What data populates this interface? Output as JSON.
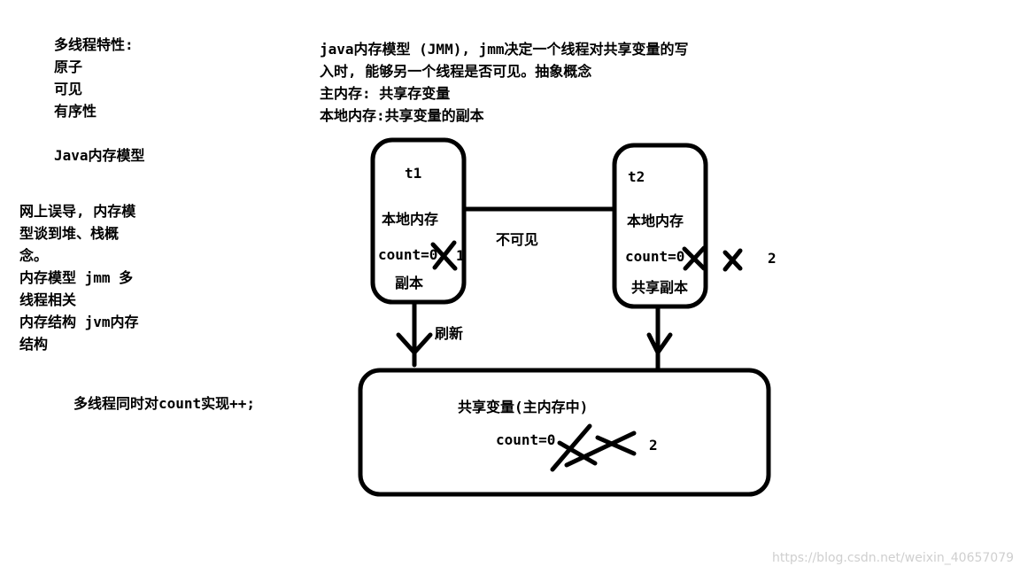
{
  "left_notes": {
    "traits_title": "多线程特性:",
    "traits": [
      "原子",
      "可见",
      "有序性"
    ],
    "model_title": "Java内存模型",
    "misconception": [
      "网上误导, 内存模",
      "型谈到堆、栈概",
      "念。",
      "内存模型 jmm 多",
      "线程相关",
      "内存结构 jvm内存",
      "结构"
    ],
    "scenario": "多线程同时对count实现++;"
  },
  "top_notes": {
    "lines": [
      "java内存模型 (JMM), jmm决定一个线程对共享变量的写",
      "入时, 能够另一个线程是否可见。抽象概念",
      "主内存: 共享存变量",
      "本地内存:共享变量的副本"
    ]
  },
  "t1": {
    "name": "t1",
    "local": "本地内存",
    "count": "count=0",
    "count_new": "1",
    "copy": "副本"
  },
  "t2": {
    "name": "t2",
    "local": "本地内存",
    "count": "count=0",
    "count_new": "2",
    "copy": "共享副本"
  },
  "link_label": "不可见",
  "refresh_label": "刷新",
  "main_memory": {
    "title": "共享变量(主内存中)",
    "count": "count=0",
    "count_new": "2"
  },
  "watermark": "https://blog.csdn.net/weixin_40657079"
}
